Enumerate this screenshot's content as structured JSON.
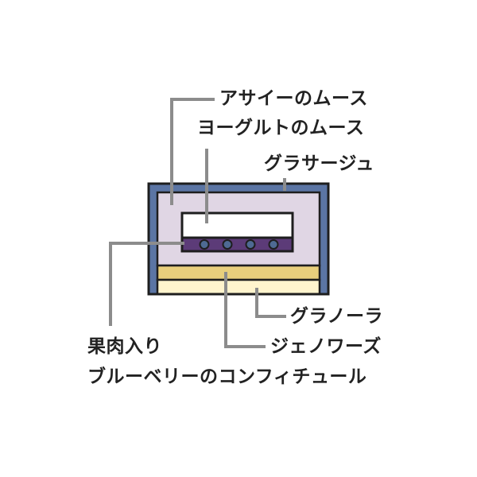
{
  "labels": {
    "acai_mousse": "アサイーのムース",
    "yogurt_mousse": "ヨーグルトのムース",
    "glass_sage": "グラサージュ",
    "granola": "グラノーラ",
    "genoise": "ジェノワーズ",
    "blueberry_line1": "果肉入り",
    "blueberry_line2": "ブルーベリーのコンフィチュール"
  },
  "colors": {
    "outer_blue": "#5b75a4",
    "acai": "#e0d6e4",
    "yogurt": "#ffffff",
    "confiture": "#5c3b78",
    "berry_dot": "#4e6a93",
    "granola": "#e8cf7c",
    "genoise": "#fff4cd",
    "outline": "#1e1e1e",
    "leader": "#8c8c8c",
    "text": "#222222"
  },
  "confiture_dots": 4
}
